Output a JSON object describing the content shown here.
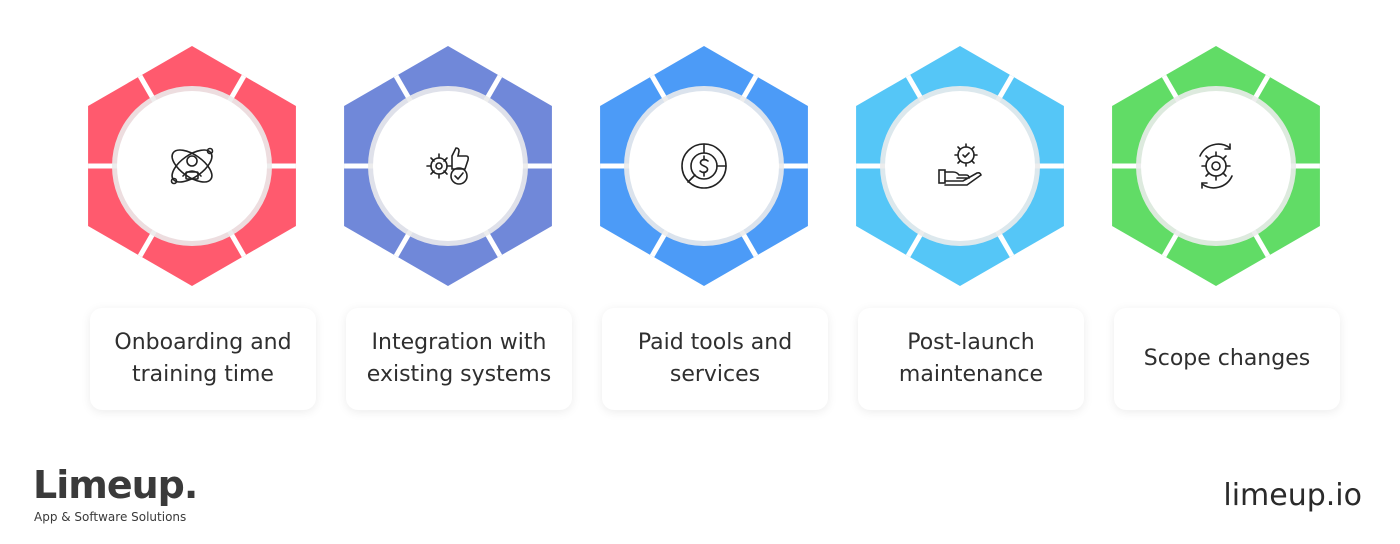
{
  "items": [
    {
      "label": "Onboarding and\ntraining time",
      "color": "#ff5a6e",
      "icon": "person-orbit-icon"
    },
    {
      "label": "Integration with\nexisting systems",
      "color": "#7088d9",
      "icon": "gear-thumbs-up-icon"
    },
    {
      "label": "Paid tools and\nservices",
      "color": "#4c9bf7",
      "icon": "dollar-chart-icon"
    },
    {
      "label": "Post-launch\nmaintenance",
      "color": "#55c6f7",
      "icon": "hand-gear-icon"
    },
    {
      "label": "Scope changes",
      "color": "#61dc66",
      "icon": "gear-cycle-icon"
    }
  ],
  "brand": {
    "logo": "Limeup.",
    "tagline": "App & Software Solutions",
    "website": "limeup.io"
  }
}
